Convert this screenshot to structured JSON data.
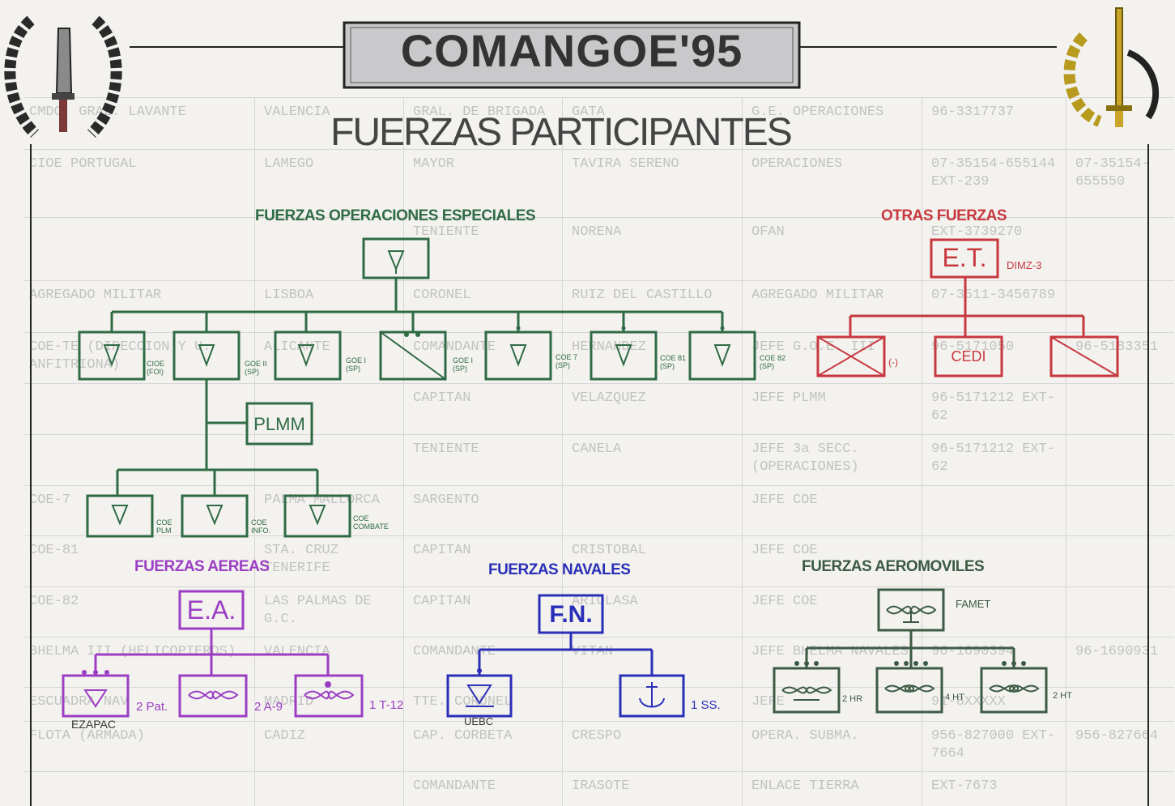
{
  "header": {
    "title": "COMANGOE'95",
    "subtitle": "FUERZAS PARTICIPANTES"
  },
  "colors": {
    "green": "#2f6b45",
    "red": "#c8383f",
    "purple": "#9b3ec4",
    "blue": "#2b2fb8",
    "aero_green": "#3c5a45",
    "title_box": "#c9c9cb"
  },
  "icons": [
    "dagger-laurel-emblem",
    "dagger-leaf-emblem",
    "parachute-icon",
    "anchor-icon",
    "helicopter-icon",
    "airborne-wing-icon"
  ],
  "background_table": {
    "rows": [
      [
        "CMDO. GRAL. LAVANTE",
        "VALENCIA",
        "GRAL. DE BRIGADA",
        "GATA",
        "G.E. OPERACIONES",
        "96-3317737"
      ],
      [
        "CIOE PORTUGAL",
        "LAMEGO",
        "MAYOR",
        "TAVIRA SERENO",
        "OPERACIONES",
        "07-35154-655144 EXT-239",
        "07-35154-655550"
      ],
      [
        "",
        "",
        "TENIENTE",
        "NORENA",
        "OFAN",
        "EXT-3739270"
      ],
      [
        "AGREGADO MILITAR",
        "LISBOA",
        "CORONEL",
        "RUIZ DEL CASTILLO",
        "AGREGADO MILITAR",
        "07-3511-3456789"
      ],
      [
        "COE-TE (DIRECCION Y U. ANFITRIONA)",
        "ALICANTE",
        "COMANDANTE",
        "HERNANDEZ",
        "JEFE G.O.E. III",
        "96-5171050",
        "96-5183351"
      ],
      [
        "",
        "",
        "CAPITAN",
        "VELAZQUEZ",
        "JEFE PLMM",
        "96-5171212 EXT-62"
      ],
      [
        "",
        "",
        "TENIENTE",
        "CANELA",
        "JEFE 3a SECC. (OPERACIONES)",
        "96-5171212 EXT-62"
      ],
      [
        "COE-7",
        "PALMA MALLORCA",
        "SARGENTO",
        "",
        "JEFE COE"
      ],
      [
        "COE-81",
        "STA. CRUZ TENERIFE",
        "CAPITAN",
        "CRISTOBAL",
        "JEFE COE"
      ],
      [
        "COE-82",
        "LAS PALMAS DE G.C.",
        "CAPITAN",
        "ARIOLASA",
        "JEFE COE"
      ],
      [
        "BHELMA III (HELICOPTEROS)",
        "VALENCIA",
        "COMANDANTE",
        "VITAN",
        "JEFE BHELMA NAVALES",
        "96-1690394",
        "96-1690931"
      ],
      [
        "ESCUADRA NAV",
        "MADRID",
        "TTE. CORONEL",
        "",
        "JEFE",
        "91-8XXXXX"
      ],
      [
        "FLOTA (ARMADA)",
        "CADIZ",
        "CAP. CORBETA",
        "CRESPO",
        "OPERA. SUBMA.",
        "956-827000 EXT-7664",
        "956-827664"
      ],
      [
        "",
        "",
        "COMANDANTE",
        "IRASOTE",
        "ENLACE TIERRA",
        "EXT-7673"
      ]
    ]
  },
  "sections": {
    "fuerzas_oe": {
      "heading": "FUERZAS OPERACIONES ESPECIALES",
      "units": [
        {
          "label": "CIOE (FOI)"
        },
        {
          "label": "GOE II (SP)"
        },
        {
          "label": "GOE I (SP)"
        },
        {
          "label": "GOE I (SP)"
        },
        {
          "label": "COE 7 (SP)"
        },
        {
          "label": "COE 81 (SP)"
        },
        {
          "label": "COE 82 (SP)"
        }
      ],
      "plmm": "PLMM",
      "sub_units": [
        {
          "label": "COE PLM"
        },
        {
          "label": "COE INFO."
        },
        {
          "label": "COE COMBATE"
        }
      ]
    },
    "otras": {
      "heading": "OTRAS FUERZAS",
      "hq": "E.T.",
      "hq_note": "DIMZ-3",
      "units": [
        {
          "label": "(-)"
        },
        {
          "label": "CEDI"
        },
        {
          "label": ""
        }
      ]
    },
    "aereas": {
      "heading": "FUERZAS AEREAS",
      "hq": "E.A.",
      "units": [
        {
          "label": "2 Pat.",
          "sub": "EZAPAC"
        },
        {
          "label": "2 A-9"
        },
        {
          "label": "1 T-12"
        }
      ]
    },
    "navales": {
      "heading": "FUERZAS NAVALES",
      "hq": "F.N.",
      "units": [
        {
          "label": "UEBC"
        },
        {
          "label": "1 SS."
        }
      ]
    },
    "aeromoviles": {
      "heading": "FUERZAS AEROMOVILES",
      "hq_note": "FAMET",
      "units": [
        {
          "label": "2 HR"
        },
        {
          "label": "4 HT"
        },
        {
          "label": "2 HT"
        }
      ]
    }
  }
}
